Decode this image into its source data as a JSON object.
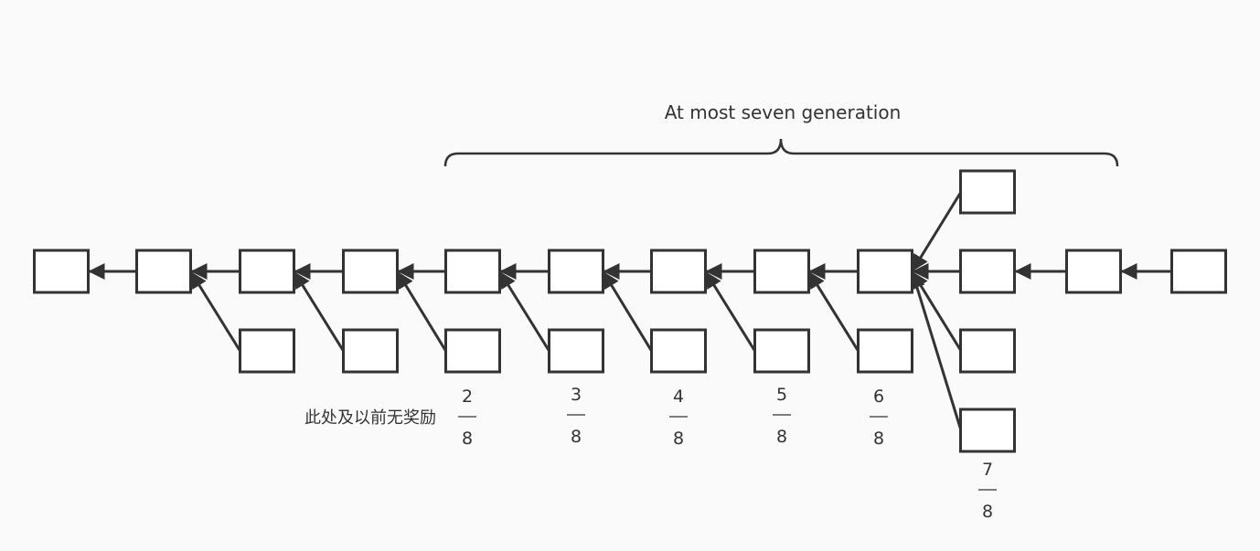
{
  "title": "At most seven generation",
  "note": "此处及以前无奖励",
  "fractions": [
    {
      "num": "2",
      "den": "8"
    },
    {
      "num": "3",
      "den": "8"
    },
    {
      "num": "4",
      "den": "8"
    },
    {
      "num": "5",
      "den": "8"
    },
    {
      "num": "6",
      "den": "8"
    },
    {
      "num": "7",
      "den": "8"
    }
  ],
  "colors": {
    "stroke": "#333333",
    "box_fill": "#ffffff",
    "background": "#fafafa"
  }
}
